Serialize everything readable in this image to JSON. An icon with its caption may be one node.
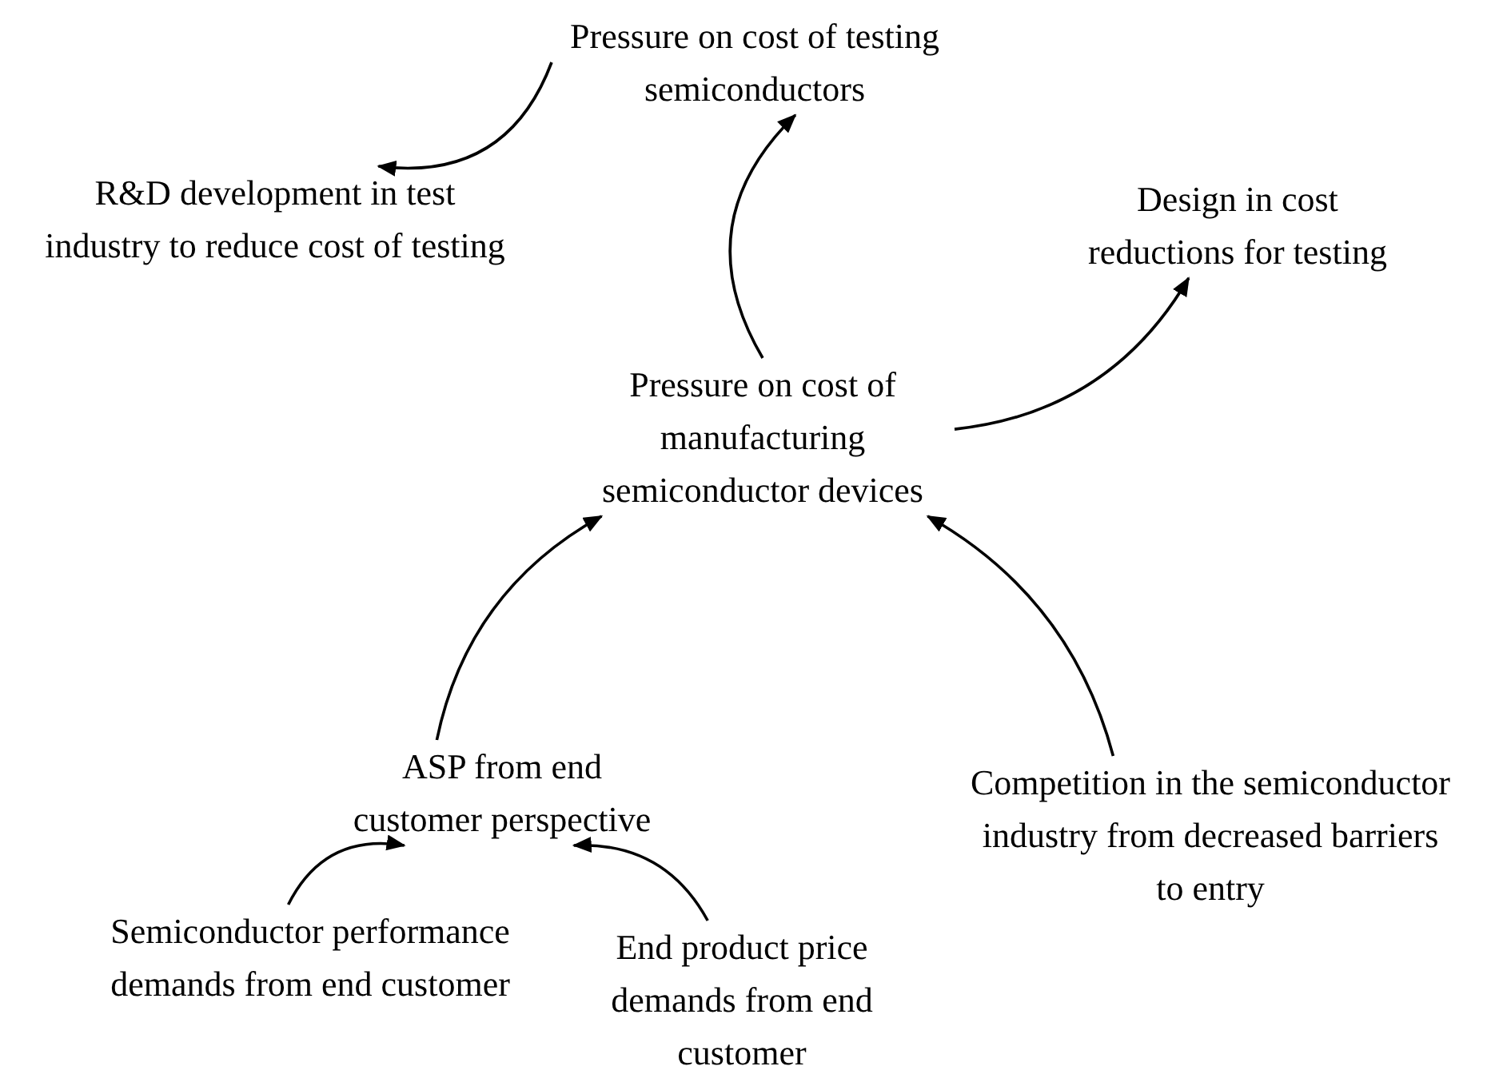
{
  "diagram": {
    "nodes": [
      {
        "text": [
          "Pressure on cost of testing semiconductors"
        ]
      },
      {
        "text": [
          "R&D development in test industry to reduce cost of testing"
        ]
      },
      {
        "text": [
          "Design in cost reductions for testing"
        ]
      },
      {
        "text": [
          "Pressure on cost of manufacturing semiconductor devices"
        ]
      },
      {
        "text": [
          "ASP from end customer perspective"
        ]
      },
      {
        "text": [
          "Competition in the semiconductor industry from decreased barriers to entry"
        ]
      },
      {
        "text": [
          "Semiconductor performance demands from end customer"
        ]
      },
      {
        "text": [
          "End product price demands from end customer"
        ]
      }
    ],
    "edges": [
      {
        "from": 0,
        "to": 1,
        "arrow": "to"
      },
      {
        "from": 3,
        "to": 0,
        "arrow": "to"
      },
      {
        "from": 3,
        "to": 2,
        "arrow": "to"
      },
      {
        "from": 4,
        "to": 3,
        "arrow": "to"
      },
      {
        "from": 5,
        "to": 3,
        "arrow": "to"
      },
      {
        "from": 6,
        "to": 4,
        "arrow": "to"
      },
      {
        "from": 7,
        "to": 4,
        "arrow": "to"
      }
    ]
  }
}
